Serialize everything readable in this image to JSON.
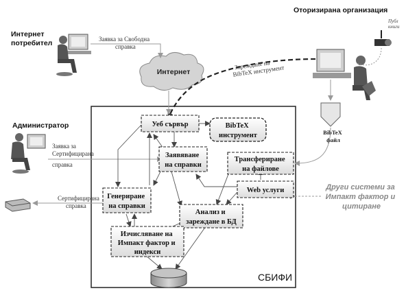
{
  "actors": {
    "internet_user": [
      "Интернет",
      "потребител"
    ],
    "administrator": "Администратор",
    "authorized_org": "Оторизирана организация",
    "public_label": [
      "Публ",
      "книги"
    ]
  },
  "flows": {
    "request_free": [
      "Заявка за Свободна",
      "справка"
    ],
    "load_bibtex": [
      "Зареждане на",
      "BibTeX инструмент"
    ],
    "request_certified": [
      "Заявка за",
      "Сертифицирана",
      "справка"
    ],
    "certified_report": [
      "Сертифицирана",
      "справка"
    ]
  },
  "cloud_label": "Интернет",
  "bibtex_file": [
    "BibTeX",
    "файл"
  ],
  "system_label": "СБИФИ",
  "other_systems": [
    "Други системи за",
    "Импакт фактор и",
    "цитиране"
  ],
  "modules": {
    "web_server": "Уеб сървър",
    "bibtex_tool": [
      "BibTeX",
      "инструмент"
    ],
    "request_processing": [
      "Заявяване",
      "на справки"
    ],
    "file_transfer": [
      "Трансфериране",
      "на файлове"
    ],
    "web_services": "Web услуги",
    "report_generation": [
      "Генериране",
      "на справки"
    ],
    "analysis_loading": [
      "Анализ и",
      "зареждане в БД"
    ],
    "impact_calc": [
      "Изчисляване на",
      "Импакт фактор и",
      "индекси"
    ]
  }
}
